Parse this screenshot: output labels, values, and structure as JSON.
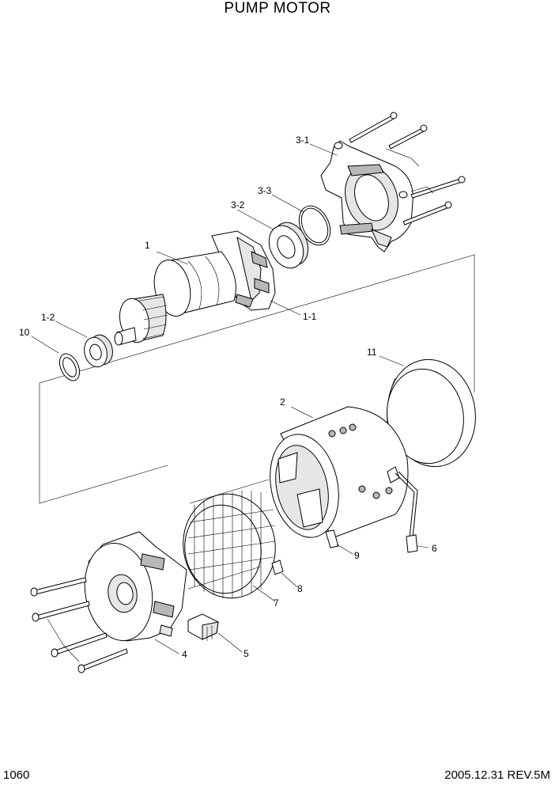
{
  "title": "PUMP MOTOR",
  "footer": {
    "page_number": "1060",
    "revision": "2005.12.31  REV.5M"
  },
  "callouts": {
    "c1": "1",
    "c1_1": "1-1",
    "c1_2": "1-2",
    "c2": "2",
    "c3_1": "3-1",
    "c3_2": "3-2",
    "c3_3": "3-3",
    "c4": "4",
    "c5": "5",
    "c6": "6",
    "c7": "7",
    "c8": "8",
    "c9": "9",
    "c10": "10",
    "c11": "11"
  }
}
